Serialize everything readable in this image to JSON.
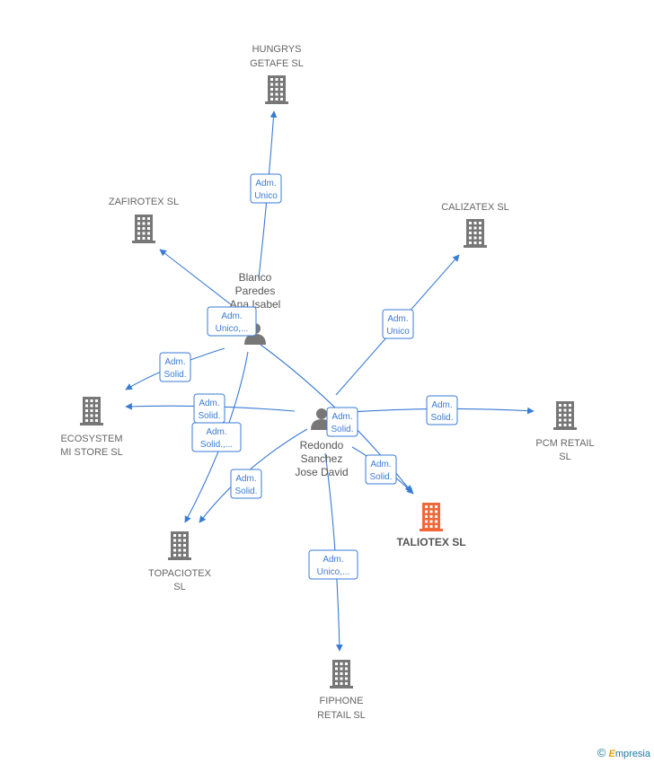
{
  "colors": {
    "edge": "#3a7bd5",
    "company": "#777777",
    "highlight": "#f0683a",
    "person": "#777777"
  },
  "companies": [
    {
      "id": "hungrys",
      "lines": [
        "HUNGRYS",
        "GETAFE  SL"
      ]
    },
    {
      "id": "zafirotex",
      "lines": [
        "ZAFIROTEX  SL"
      ]
    },
    {
      "id": "calizatex",
      "lines": [
        "CALIZATEX SL"
      ]
    },
    {
      "id": "ecosystem",
      "lines": [
        "ECOSYSTEM",
        "MI STORE  SL"
      ]
    },
    {
      "id": "pcm",
      "lines": [
        "PCM RETAIL",
        "SL"
      ]
    },
    {
      "id": "taliotex",
      "lines": [
        "TALIOTEX  SL"
      ],
      "highlight": true
    },
    {
      "id": "topaciotex",
      "lines": [
        "TOPACIOTEX",
        "SL"
      ]
    },
    {
      "id": "fiphone",
      "lines": [
        "FIPHONE",
        "RETAIL  SL"
      ]
    }
  ],
  "persons": [
    {
      "id": "blanco",
      "lines": [
        "Blanco",
        "Paredes",
        "Ana Isabel"
      ]
    },
    {
      "id": "redondo",
      "lines": [
        "Redondo",
        "Sanchez",
        "Jose David"
      ]
    }
  ],
  "roles": [
    {
      "id": "r-hungrys",
      "lines": [
        "Adm.",
        "Unico"
      ]
    },
    {
      "id": "r-zafirotex",
      "lines": [
        "Adm.",
        "Unico,..."
      ]
    },
    {
      "id": "r-calizatex",
      "lines": [
        "Adm.",
        "Unico"
      ]
    },
    {
      "id": "r-eco-blanco",
      "lines": [
        "Adm.",
        "Solid."
      ]
    },
    {
      "id": "r-eco-redondo",
      "lines": [
        "Adm.",
        "Solid."
      ]
    },
    {
      "id": "r-topa-blanco",
      "lines": [
        "Adm.",
        "Solid.,..."
      ]
    },
    {
      "id": "r-topa-redondo",
      "lines": [
        "Adm.",
        "Solid."
      ]
    },
    {
      "id": "r-pcm",
      "lines": [
        "Adm.",
        "Solid."
      ]
    },
    {
      "id": "r-talio-blanco",
      "lines": [
        "Adm.",
        "Solid."
      ]
    },
    {
      "id": "r-talio-redondo",
      "lines": [
        "Adm.",
        "Solid."
      ]
    },
    {
      "id": "r-fiphone",
      "lines": [
        "Adm.",
        "Unico,..."
      ]
    }
  ],
  "brand": {
    "copyright": "©",
    "name_first": "E",
    "name_rest": "mpresia"
  }
}
